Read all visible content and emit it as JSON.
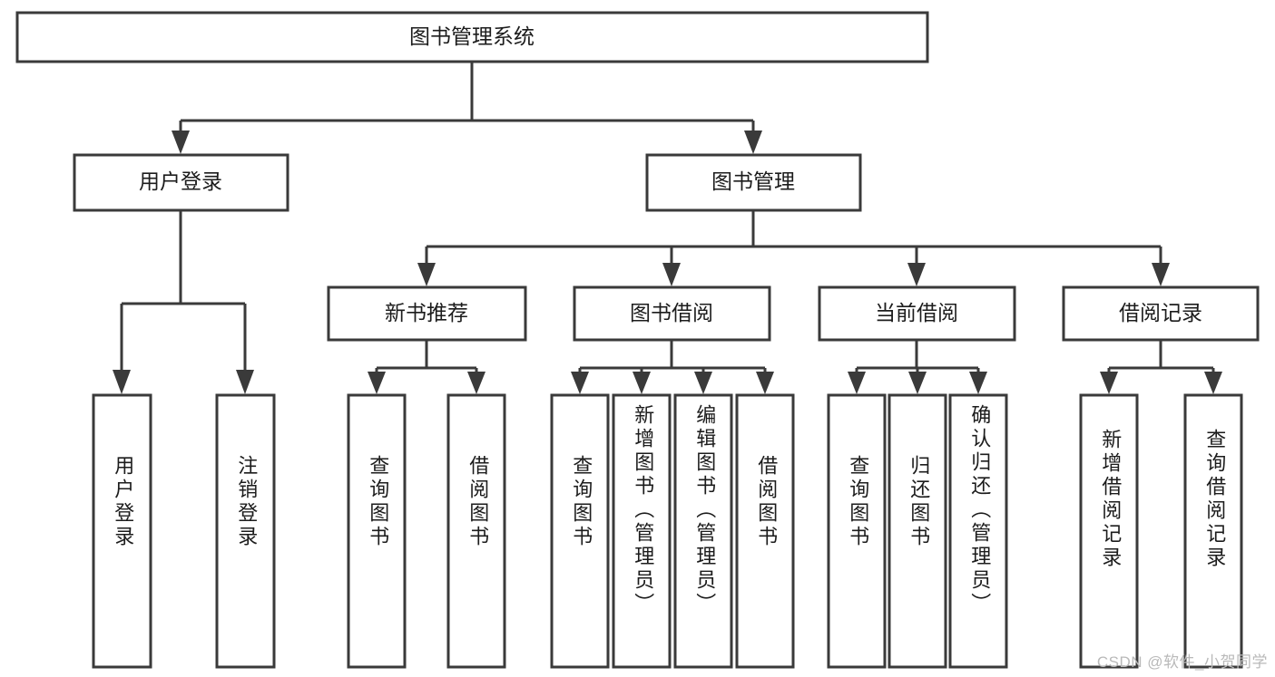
{
  "diagram": {
    "type": "tree-hierarchy",
    "title": "图书管理系统",
    "orientation": "top-down",
    "levels": 4,
    "root": {
      "id": "root",
      "label": "图书管理系统",
      "text_orientation": "horizontal"
    },
    "level2": [
      {
        "id": "user-login",
        "label": "用户登录",
        "text_orientation": "horizontal"
      },
      {
        "id": "book-management",
        "label": "图书管理",
        "text_orientation": "horizontal"
      }
    ],
    "level3": [
      {
        "id": "new-book-recommend",
        "label": "新书推荐",
        "parent": "book-management",
        "text_orientation": "horizontal"
      },
      {
        "id": "book-borrow",
        "label": "图书借阅",
        "parent": "book-management",
        "text_orientation": "horizontal"
      },
      {
        "id": "current-borrow",
        "label": "当前借阅",
        "parent": "book-management",
        "text_orientation": "horizontal"
      },
      {
        "id": "borrow-record",
        "label": "借阅记录",
        "parent": "book-management",
        "text_orientation": "horizontal"
      }
    ],
    "leaves": [
      {
        "id": "leaf-user-login",
        "label": "用户登录",
        "parent": "user-login",
        "text_orientation": "vertical"
      },
      {
        "id": "leaf-user-logout",
        "label": "注销登录",
        "parent": "user-login",
        "text_orientation": "vertical"
      },
      {
        "id": "leaf-query-book-1",
        "label": "查询图书",
        "parent": "new-book-recommend",
        "text_orientation": "vertical"
      },
      {
        "id": "leaf-borrow-book-1",
        "label": "借阅图书",
        "parent": "new-book-recommend",
        "text_orientation": "vertical"
      },
      {
        "id": "leaf-query-book-2",
        "label": "查询图书",
        "parent": "book-borrow",
        "text_orientation": "vertical"
      },
      {
        "id": "leaf-add-book-admin",
        "label": "新增图书（管理员）",
        "parent": "book-borrow",
        "text_orientation": "vertical"
      },
      {
        "id": "leaf-edit-book-admin",
        "label": "编辑图书（管理员）",
        "parent": "book-borrow",
        "text_orientation": "vertical"
      },
      {
        "id": "leaf-borrow-book-2",
        "label": "借阅图书",
        "parent": "book-borrow",
        "text_orientation": "vertical"
      },
      {
        "id": "leaf-query-book-3",
        "label": "查询图书",
        "parent": "current-borrow",
        "text_orientation": "vertical"
      },
      {
        "id": "leaf-return-book",
        "label": "归还图书",
        "parent": "current-borrow",
        "text_orientation": "vertical"
      },
      {
        "id": "leaf-confirm-return-admin",
        "label": "确认归还（管理员）",
        "parent": "current-borrow",
        "text_orientation": "vertical"
      },
      {
        "id": "leaf-add-borrow-record",
        "label": "新增借阅记录",
        "parent": "borrow-record",
        "text_orientation": "vertical"
      },
      {
        "id": "leaf-query-borrow-record",
        "label": "查询借阅记录",
        "parent": "borrow-record",
        "text_orientation": "vertical"
      }
    ],
    "colors": {
      "background": "#ffffff",
      "box_fill": "#ffffff",
      "box_stroke": "#3a3a3a",
      "connector": "#3a3a3a",
      "label_text": "#1c1c1c",
      "watermark": "#b9b9b9"
    }
  },
  "watermark": {
    "label": "CSDN @软件_小贺同学"
  }
}
